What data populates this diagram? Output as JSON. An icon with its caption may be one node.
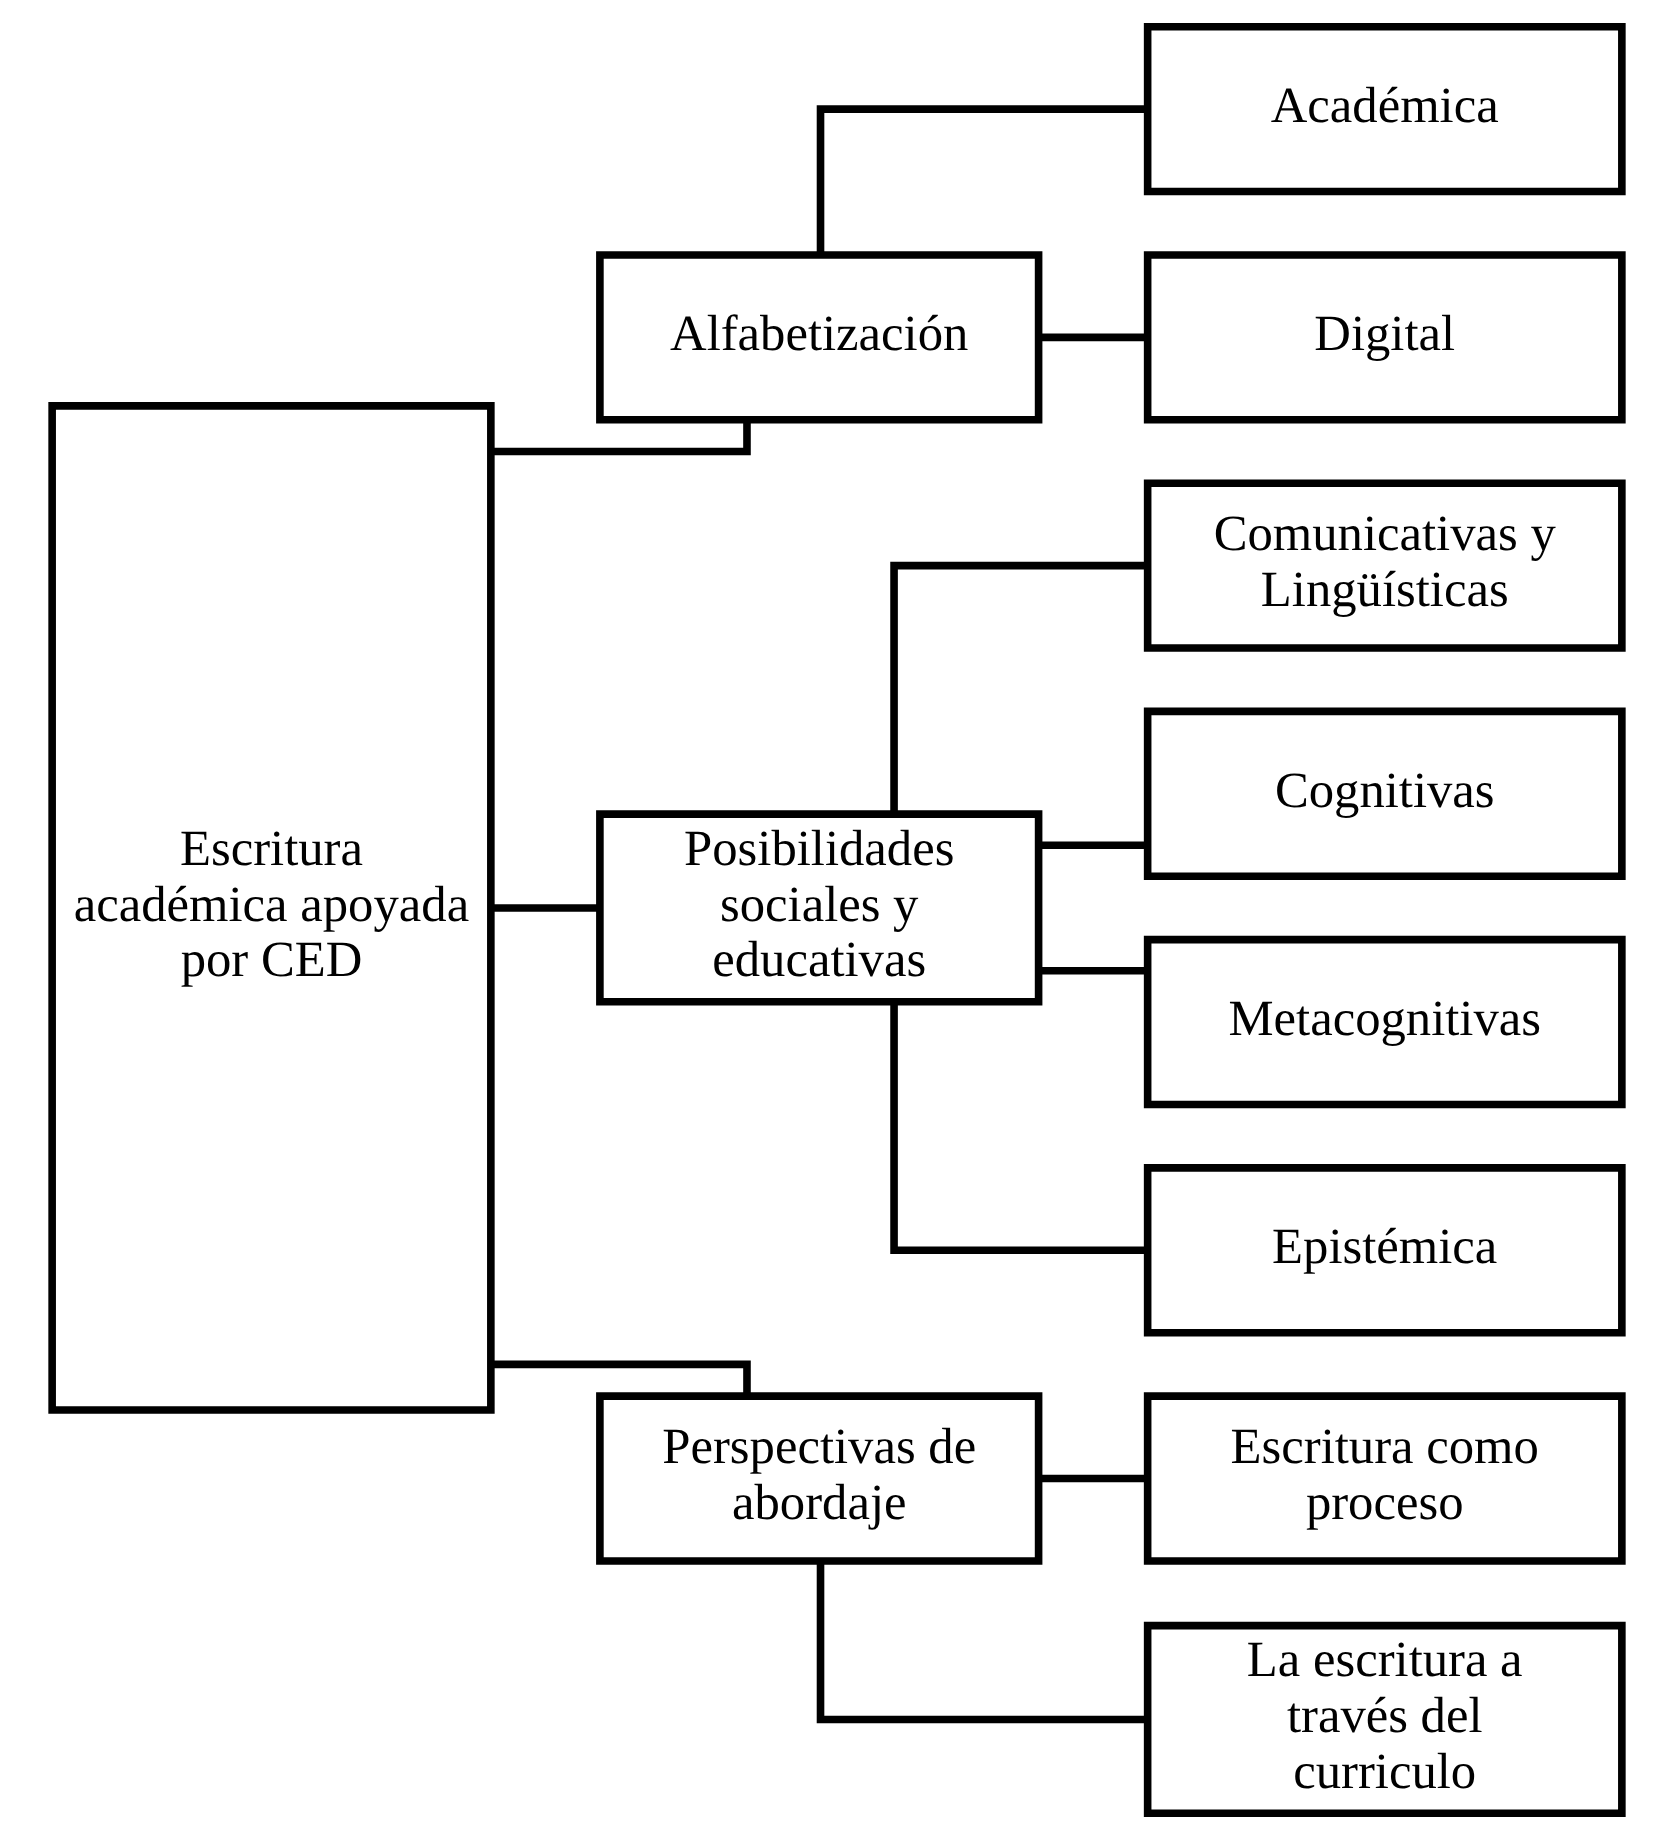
{
  "diagram": {
    "nodes": [
      {
        "text": [
          "Escritura académica apoyada por CED"
        ]
      },
      {
        "text": [
          "Alfabetización"
        ]
      },
      {
        "text": [
          "Académica"
        ]
      },
      {
        "text": [
          "Digital"
        ]
      },
      {
        "text": [
          "Posibilidades sociales y educativas"
        ]
      },
      {
        "text": [
          "Comunicativas y Lingüísticas"
        ]
      },
      {
        "text": [
          "Cognitivas"
        ]
      },
      {
        "text": [
          "Metacognitivas"
        ]
      },
      {
        "text": [
          "Epistémica"
        ]
      },
      {
        "text": [
          "Perspectivas de abordaje"
        ]
      },
      {
        "text": [
          "Escritura como proceso"
        ]
      },
      {
        "text": [
          "La escritura a través del curriculo"
        ]
      }
    ],
    "edges": [
      {
        "from": 0,
        "to": 1,
        "arrow": "none"
      },
      {
        "from": 0,
        "to": 4,
        "arrow": "none"
      },
      {
        "from": 0,
        "to": 9,
        "arrow": "none"
      },
      {
        "from": 1,
        "to": 2,
        "arrow": "none"
      },
      {
        "from": 1,
        "to": 3,
        "arrow": "none"
      },
      {
        "from": 4,
        "to": 5,
        "arrow": "none"
      },
      {
        "from": 4,
        "to": 6,
        "arrow": "none"
      },
      {
        "from": 4,
        "to": 7,
        "arrow": "none"
      },
      {
        "from": 4,
        "to": 8,
        "arrow": "none"
      },
      {
        "from": 9,
        "to": 10,
        "arrow": "none"
      },
      {
        "from": 9,
        "to": 11,
        "arrow": "none"
      }
    ]
  }
}
